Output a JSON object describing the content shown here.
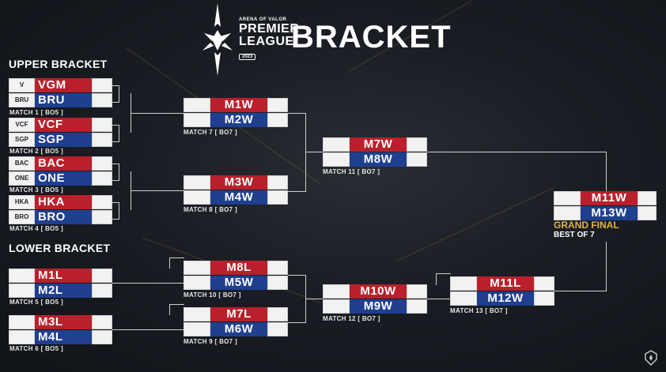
{
  "header": {
    "league_line1": "ARENA OF VALOR",
    "league_line2": "PREMIER",
    "league_line3": "LEAGUE",
    "year": "2023",
    "title": "BRACKET"
  },
  "sections": {
    "upper": "UPPER BRACKET",
    "lower": "LOWER BRACKET"
  },
  "upper_round1": [
    {
      "top": "VGM",
      "bottom": "BRU",
      "label": "MATCH 1 [ BO5 ]",
      "top_logo": "V",
      "bottom_logo": "BRU"
    },
    {
      "top": "VCF",
      "bottom": "SGP",
      "label": "MATCH 2 [ BO5 ]",
      "top_logo": "VCF",
      "bottom_logo": "SGP"
    },
    {
      "top": "BAC",
      "bottom": "ONE",
      "label": "MATCH 3 [ BO5 ]",
      "top_logo": "BAC",
      "bottom_logo": "ONE"
    },
    {
      "top": "HKA",
      "bottom": "BRO",
      "label": "MATCH 4 [ BO5 ]",
      "top_logo": "HKA",
      "bottom_logo": "BRO"
    }
  ],
  "upper_round2": [
    {
      "top": "M1W",
      "bottom": "M2W",
      "label": "MATCH 7 [ BO7 ]"
    },
    {
      "top": "M3W",
      "bottom": "M4W",
      "label": "MATCH 8 [ BO7 ]"
    }
  ],
  "upper_final": {
    "top": "M7W",
    "bottom": "M8W",
    "label": "MATCH 11 [ BO7 ]"
  },
  "lower_round1": [
    {
      "top": "M1L",
      "bottom": "M2L",
      "label": "MATCH 5 [ BO5 ]"
    },
    {
      "top": "M3L",
      "bottom": "M4L",
      "label": "MATCH 6 [ BO5 ]"
    }
  ],
  "lower_round2": [
    {
      "top": "M8L",
      "bottom": "M5W",
      "label": "MATCH 10 [ BO7 ]"
    },
    {
      "top": "M7L",
      "bottom": "M6W",
      "label": "MATCH 9 [ BO7 ]"
    }
  ],
  "lower_round3": {
    "top": "M10W",
    "bottom": "M9W",
    "label": "MATCH 12 [ BO7 ]"
  },
  "lower_final": {
    "top": "M11L",
    "bottom": "M12W",
    "label": "MATCH 13 [ BO7 ]"
  },
  "grand_final": {
    "top": "M11W",
    "bottom": "M13W",
    "label": "GRAND FINAL",
    "sub": "BEST OF 7"
  },
  "colors": {
    "red": "#b9202b",
    "blue": "#1f3f8f",
    "gold": "#e2b44a",
    "background": "#15191f"
  }
}
